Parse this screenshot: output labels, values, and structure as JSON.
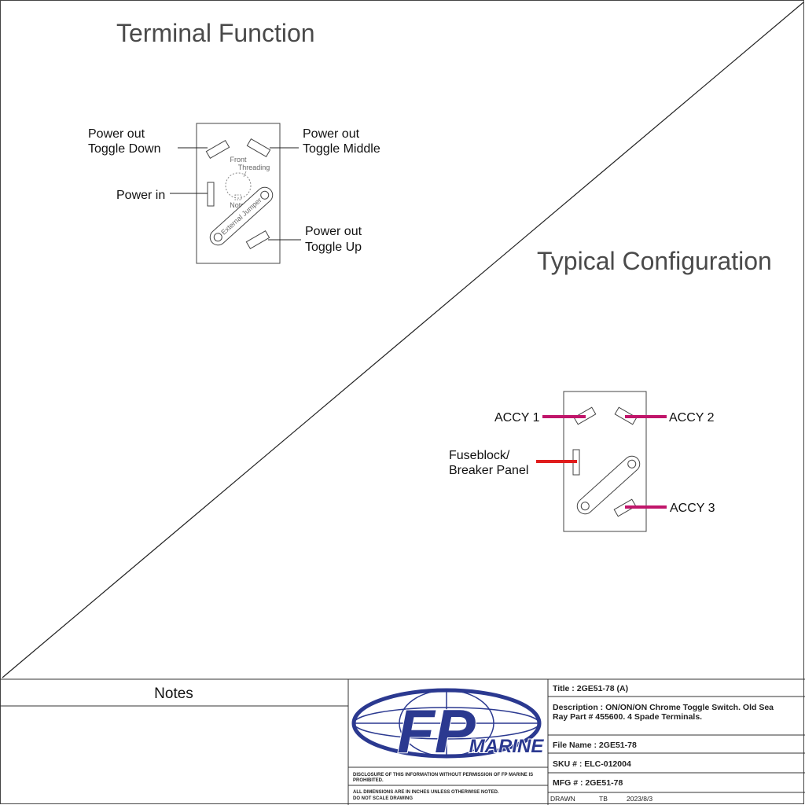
{
  "terminal_function": {
    "heading": "Terminal Function",
    "labels": {
      "toggle_down": [
        "Power out",
        "Toggle Down"
      ],
      "toggle_middle": [
        "Power out",
        "Toggle Middle"
      ],
      "power_in": "Power in",
      "toggle_up": [
        "Power out",
        "Toggle Up"
      ]
    },
    "inner": {
      "front_threading": [
        "Front",
        "Threading"
      ],
      "notch": "Notch",
      "external_jumper": "External Jumper"
    }
  },
  "typical_configuration": {
    "heading": "Typical Configuration",
    "labels": {
      "accy1": "ACCY 1",
      "accy2": "ACCY 2",
      "fuseblock": [
        "Fuseblock/",
        "Breaker Panel"
      ],
      "accy3": "ACCY 3"
    },
    "wire_colors": {
      "accessory": "#c0156a",
      "supply": "#e01d1d"
    }
  },
  "title_block": {
    "notes_heading": "Notes",
    "logo": {
      "initials": "FP",
      "word": "MARINE",
      "color": "#2b3990"
    },
    "disclosure": "DISCLOSURE OF THIS INFORMATION WITHOUT PERMISSION OF FP MARINE IS PROHIBITED.",
    "dimensions_note": [
      "ALL DIMENSIONS ARE IN INCHES UNLESS OTHERWISE NOTED.",
      "DO NOT SCALE DRAWING"
    ],
    "title": "Title : 2GE51-78 (A)",
    "description": [
      "Description : ON/ON/ON Chrome Toggle Switch. Old Sea",
      "Ray Part # 455600. 4 Spade Terminals."
    ],
    "file_name": "File Name : 2GE51-78",
    "sku": "SKU # : ELC-012004",
    "mfg": "MFG # : 2GE51-78",
    "drawn": {
      "label": "DRAWN",
      "by": "TB",
      "date": "2023/8/3"
    }
  }
}
